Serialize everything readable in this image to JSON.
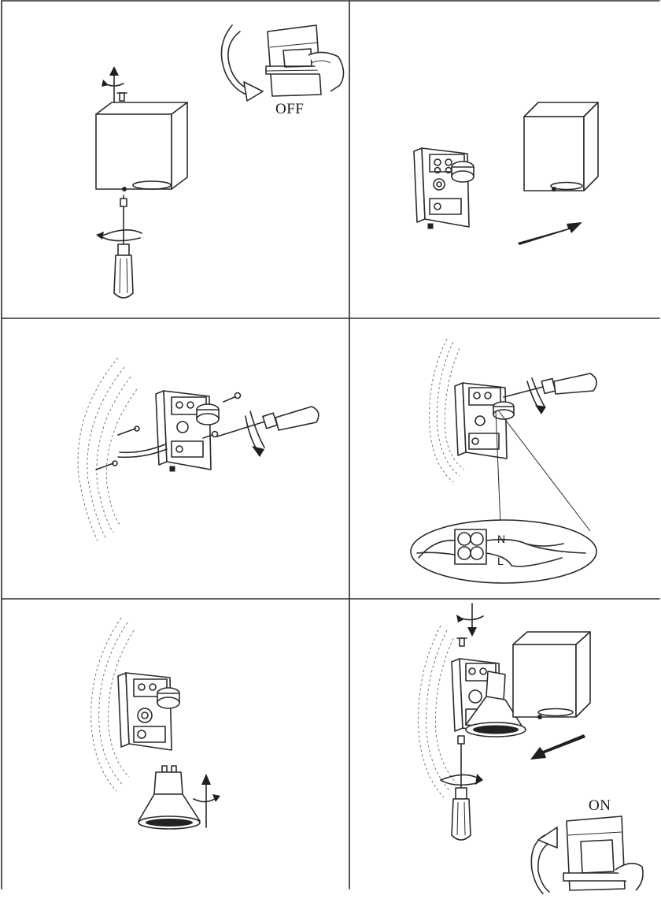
{
  "steps": [
    {
      "id": 1,
      "label": "OFF"
    },
    {
      "id": 2,
      "label": ""
    },
    {
      "id": 3,
      "label": ""
    },
    {
      "id": 4,
      "label": "",
      "wire_labels": [
        "N",
        "L"
      ]
    },
    {
      "id": 5,
      "label": ""
    },
    {
      "id": 6,
      "label": "ON"
    }
  ],
  "colors": {
    "line": "#2b2b2b",
    "background": "#ffffff",
    "arrow_fill": "#1f1f1f"
  }
}
